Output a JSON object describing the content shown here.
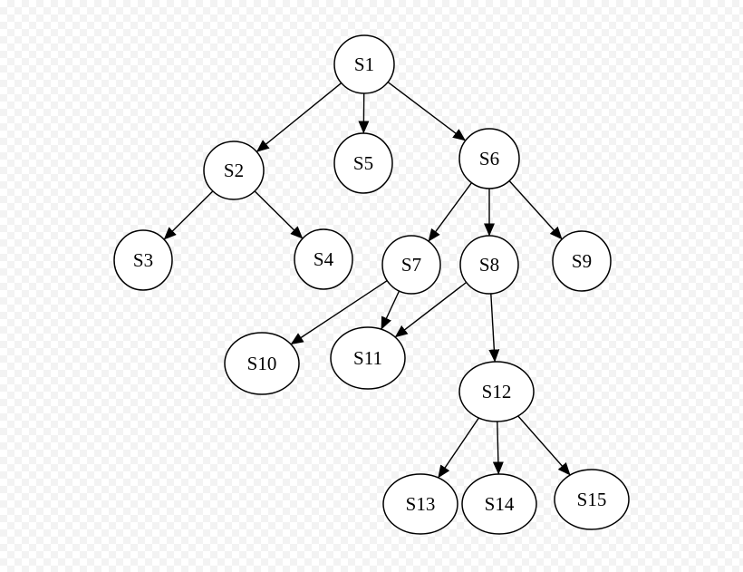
{
  "colors": {
    "background": "#ffffff",
    "stroke": "#000000",
    "node_fill": "#ffffff",
    "text": "#000000"
  },
  "nodes": [
    {
      "id": "S1",
      "label": "S1"
    },
    {
      "id": "S2",
      "label": "S2"
    },
    {
      "id": "S3",
      "label": "S3"
    },
    {
      "id": "S4",
      "label": "S4"
    },
    {
      "id": "S5",
      "label": "S5"
    },
    {
      "id": "S6",
      "label": "S6"
    },
    {
      "id": "S7",
      "label": "S7"
    },
    {
      "id": "S8",
      "label": "S8"
    },
    {
      "id": "S9",
      "label": "S9"
    },
    {
      "id": "S10",
      "label": "S10"
    },
    {
      "id": "S11",
      "label": "S11"
    },
    {
      "id": "S12",
      "label": "S12"
    },
    {
      "id": "S13",
      "label": "S13"
    },
    {
      "id": "S14",
      "label": "S14"
    },
    {
      "id": "S15",
      "label": "S15"
    }
  ],
  "edges": [
    {
      "from": "S1",
      "to": "S2"
    },
    {
      "from": "S1",
      "to": "S5"
    },
    {
      "from": "S1",
      "to": "S6"
    },
    {
      "from": "S2",
      "to": "S3"
    },
    {
      "from": "S2",
      "to": "S4"
    },
    {
      "from": "S6",
      "to": "S7"
    },
    {
      "from": "S6",
      "to": "S8"
    },
    {
      "from": "S6",
      "to": "S9"
    },
    {
      "from": "S7",
      "to": "S10"
    },
    {
      "from": "S7",
      "to": "S11"
    },
    {
      "from": "S8",
      "to": "S11"
    },
    {
      "from": "S8",
      "to": "S12"
    },
    {
      "from": "S12",
      "to": "S13"
    },
    {
      "from": "S12",
      "to": "S14"
    },
    {
      "from": "S12",
      "to": "S15"
    }
  ]
}
